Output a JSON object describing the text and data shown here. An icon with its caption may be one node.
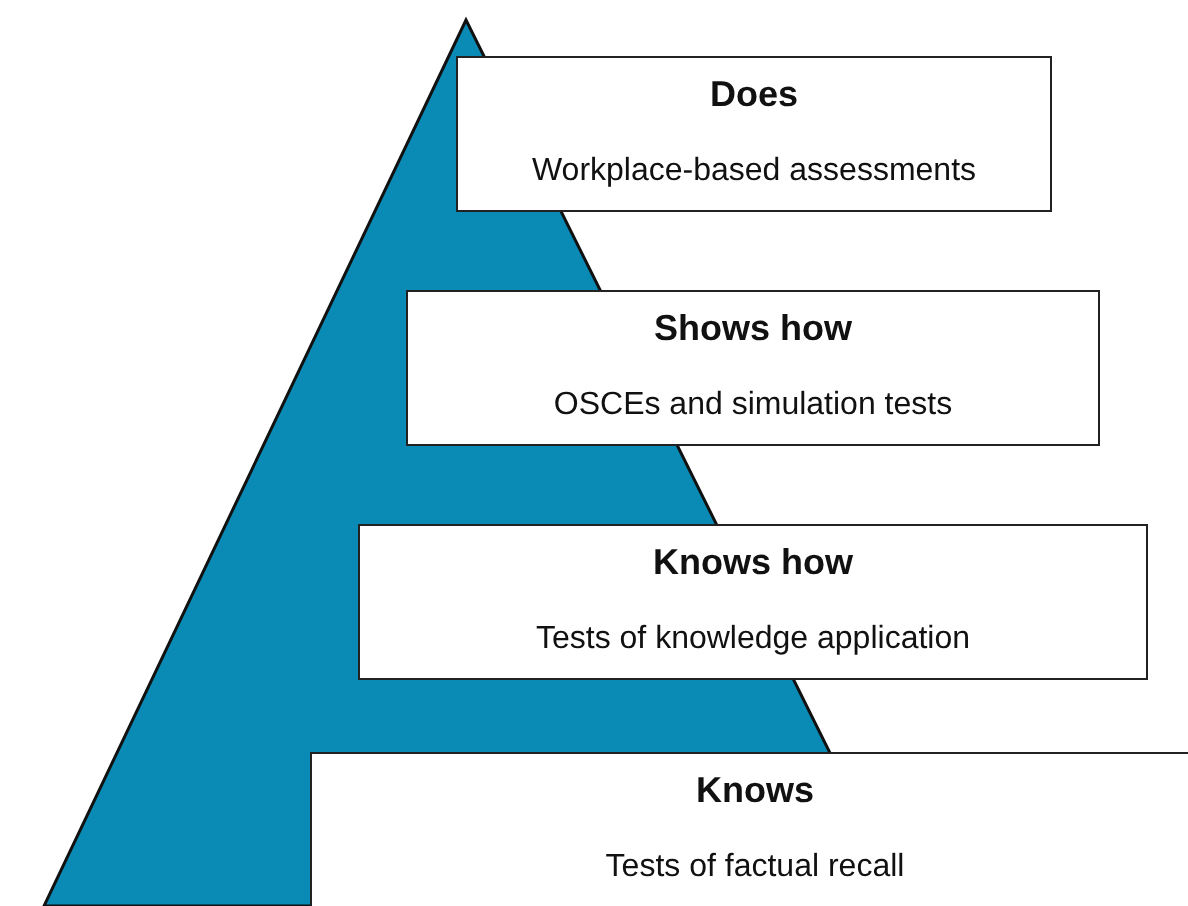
{
  "diagram": {
    "nodes": [
      {
        "text": [
          "Does",
          "Workplace-based assessments"
        ]
      },
      {
        "text": [
          "Shows how",
          "OSCEs and simulation tests"
        ]
      },
      {
        "text": [
          "Knows how",
          "Tests of knowledge application"
        ]
      },
      {
        "text": [
          "Knows",
          "Tests of factual recall"
        ]
      }
    ]
  }
}
